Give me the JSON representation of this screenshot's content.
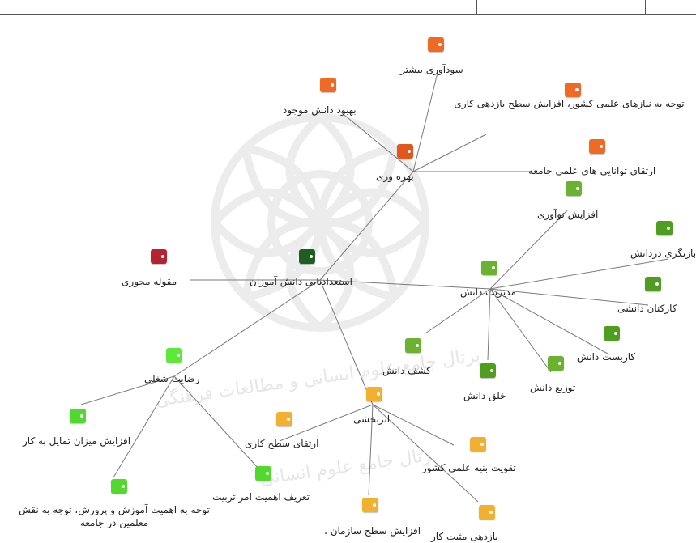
{
  "nodes": [
    {
      "id": "core",
      "label": "استعدادیابی دانش آموزان",
      "color": "#1f5e22"
    },
    {
      "id": "axial",
      "label": "مقوله محوری",
      "color": "#b52332"
    },
    {
      "id": "productivity",
      "label": "بهره وری",
      "color": "#e2571b"
    },
    {
      "id": "profit",
      "label": "سودآوری بیشتر",
      "color": "#ef6a24"
    },
    {
      "id": "improve",
      "label": "بهبود دانش موجود",
      "color": "#ef6a24"
    },
    {
      "id": "needs",
      "label": "توجه به نیازهای علمی کشور، افزایش سطح بازدهی کاری",
      "color": "#ef6a24"
    },
    {
      "id": "capabilities",
      "label": "ارتقای توانایی های علمی جامعه",
      "color": "#ef6a24"
    },
    {
      "id": "km",
      "label": "مدیریت دانش",
      "color": "#6ab22f"
    },
    {
      "id": "innovation",
      "label": "افزایش نوآوری",
      "color": "#6ab22f"
    },
    {
      "id": "retrieval",
      "label": "بازنگری دردانش",
      "color": "#4f9e1f"
    },
    {
      "id": "workers",
      "label": "کارکنان دانشی",
      "color": "#4f9e1f"
    },
    {
      "id": "application",
      "label": "کاربست دانش",
      "color": "#4f9e1f"
    },
    {
      "id": "distribution",
      "label": "توزیع دانش",
      "color": "#6ab22f"
    },
    {
      "id": "creation",
      "label": "خلق دانش",
      "color": "#4f9e1f"
    },
    {
      "id": "discovery",
      "label": "کشف دانش",
      "color": "#6ab22f"
    },
    {
      "id": "satisfaction",
      "label": "رضایت شغلی",
      "color": "#5ee83a"
    },
    {
      "id": "willingness",
      "label": "افزایش میزان تمایل به کار",
      "color": "#52d92f"
    },
    {
      "id": "education",
      "label": "توجه به اهمیت آموزش و پرورش، توجه به نقش معلمین در جامعه",
      "color": "#52d92f"
    },
    {
      "id": "training",
      "label": "تعریف اهمیت امر تربیت",
      "color": "#52d92f"
    },
    {
      "id": "effectiveness",
      "label": "اثربخشی",
      "color": "#f2b030"
    },
    {
      "id": "worklevel",
      "label": "ارتقای سطح کاری",
      "color": "#f2b030"
    },
    {
      "id": "scientific",
      "label": "تقویت بنیه علمی کشور",
      "color": "#f2b030"
    },
    {
      "id": "orglevel",
      "label": "افزایش سطح سازمان ،",
      "color": "#f2b030"
    },
    {
      "id": "positive",
      "label": "بازدهی مثبت کار",
      "color": "#f2b030"
    }
  ],
  "edges": [
    [
      "core",
      "axial"
    ],
    [
      "core",
      "productivity"
    ],
    [
      "core",
      "km"
    ],
    [
      "core",
      "satisfaction"
    ],
    [
      "core",
      "effectiveness"
    ],
    [
      "productivity",
      "profit"
    ],
    [
      "productivity",
      "improve"
    ],
    [
      "productivity",
      "needs"
    ],
    [
      "productivity",
      "capabilities"
    ],
    [
      "km",
      "innovation"
    ],
    [
      "km",
      "retrieval"
    ],
    [
      "km",
      "workers"
    ],
    [
      "km",
      "application"
    ],
    [
      "km",
      "distribution"
    ],
    [
      "km",
      "creation"
    ],
    [
      "km",
      "discovery"
    ],
    [
      "satisfaction",
      "willingness"
    ],
    [
      "satisfaction",
      "education"
    ],
    [
      "satisfaction",
      "training"
    ],
    [
      "effectiveness",
      "worklevel"
    ],
    [
      "effectiveness",
      "scientific"
    ],
    [
      "effectiveness",
      "orglevel"
    ],
    [
      "effectiveness",
      "positive"
    ]
  ],
  "watermark": {
    "line1": "پرتال جامع علوم انسانی و مطالعات فرهنگی",
    "line2": "رتال جامع علوم انسانی"
  }
}
